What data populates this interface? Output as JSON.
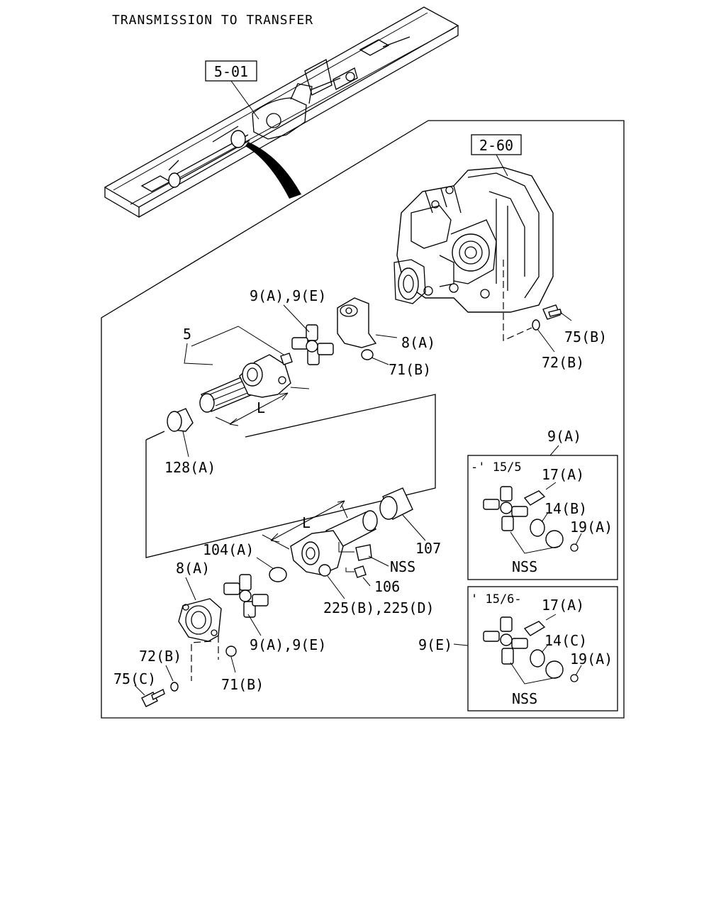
{
  "title": "TRANSMISSION TO TRANSFER",
  "refs": {
    "frame": "5-01",
    "transmission": "2-60"
  },
  "callouts": {
    "yoke_cross_top": "9(A),9(E)",
    "flange_yoke_top": "8(A)",
    "bolt_75b": "75(B)",
    "washer_72b": "72(B)",
    "nut_71b_top": "71(B)",
    "shaft_5": "5",
    "length_top": "L",
    "boot_128a": "128(A)",
    "length_bottom": "L",
    "boot_107": "107",
    "plate_104a": "104(A)",
    "nss_mid": "NSS",
    "fitting_106": "106",
    "tube_225": "225(B),225(D)",
    "flange_yoke_bottom": "8(A)",
    "yoke_cross_bottom": "9(A),9(E)",
    "washer_72b_bottom": "72(B)",
    "bolt_75c": "75(C)",
    "nut_71b_bottom": "71(B)"
  },
  "inset_a": {
    "header": "9(A)",
    "period": "-' 15/5",
    "fitting": "17(A)",
    "bearing": "14(B)",
    "clip": "19(A)",
    "nss": "NSS"
  },
  "inset_e": {
    "header": "9(E)",
    "period": "' 15/6-",
    "fitting": "17(A)",
    "bearing": "14(C)",
    "clip": "19(A)",
    "nss": "NSS"
  }
}
